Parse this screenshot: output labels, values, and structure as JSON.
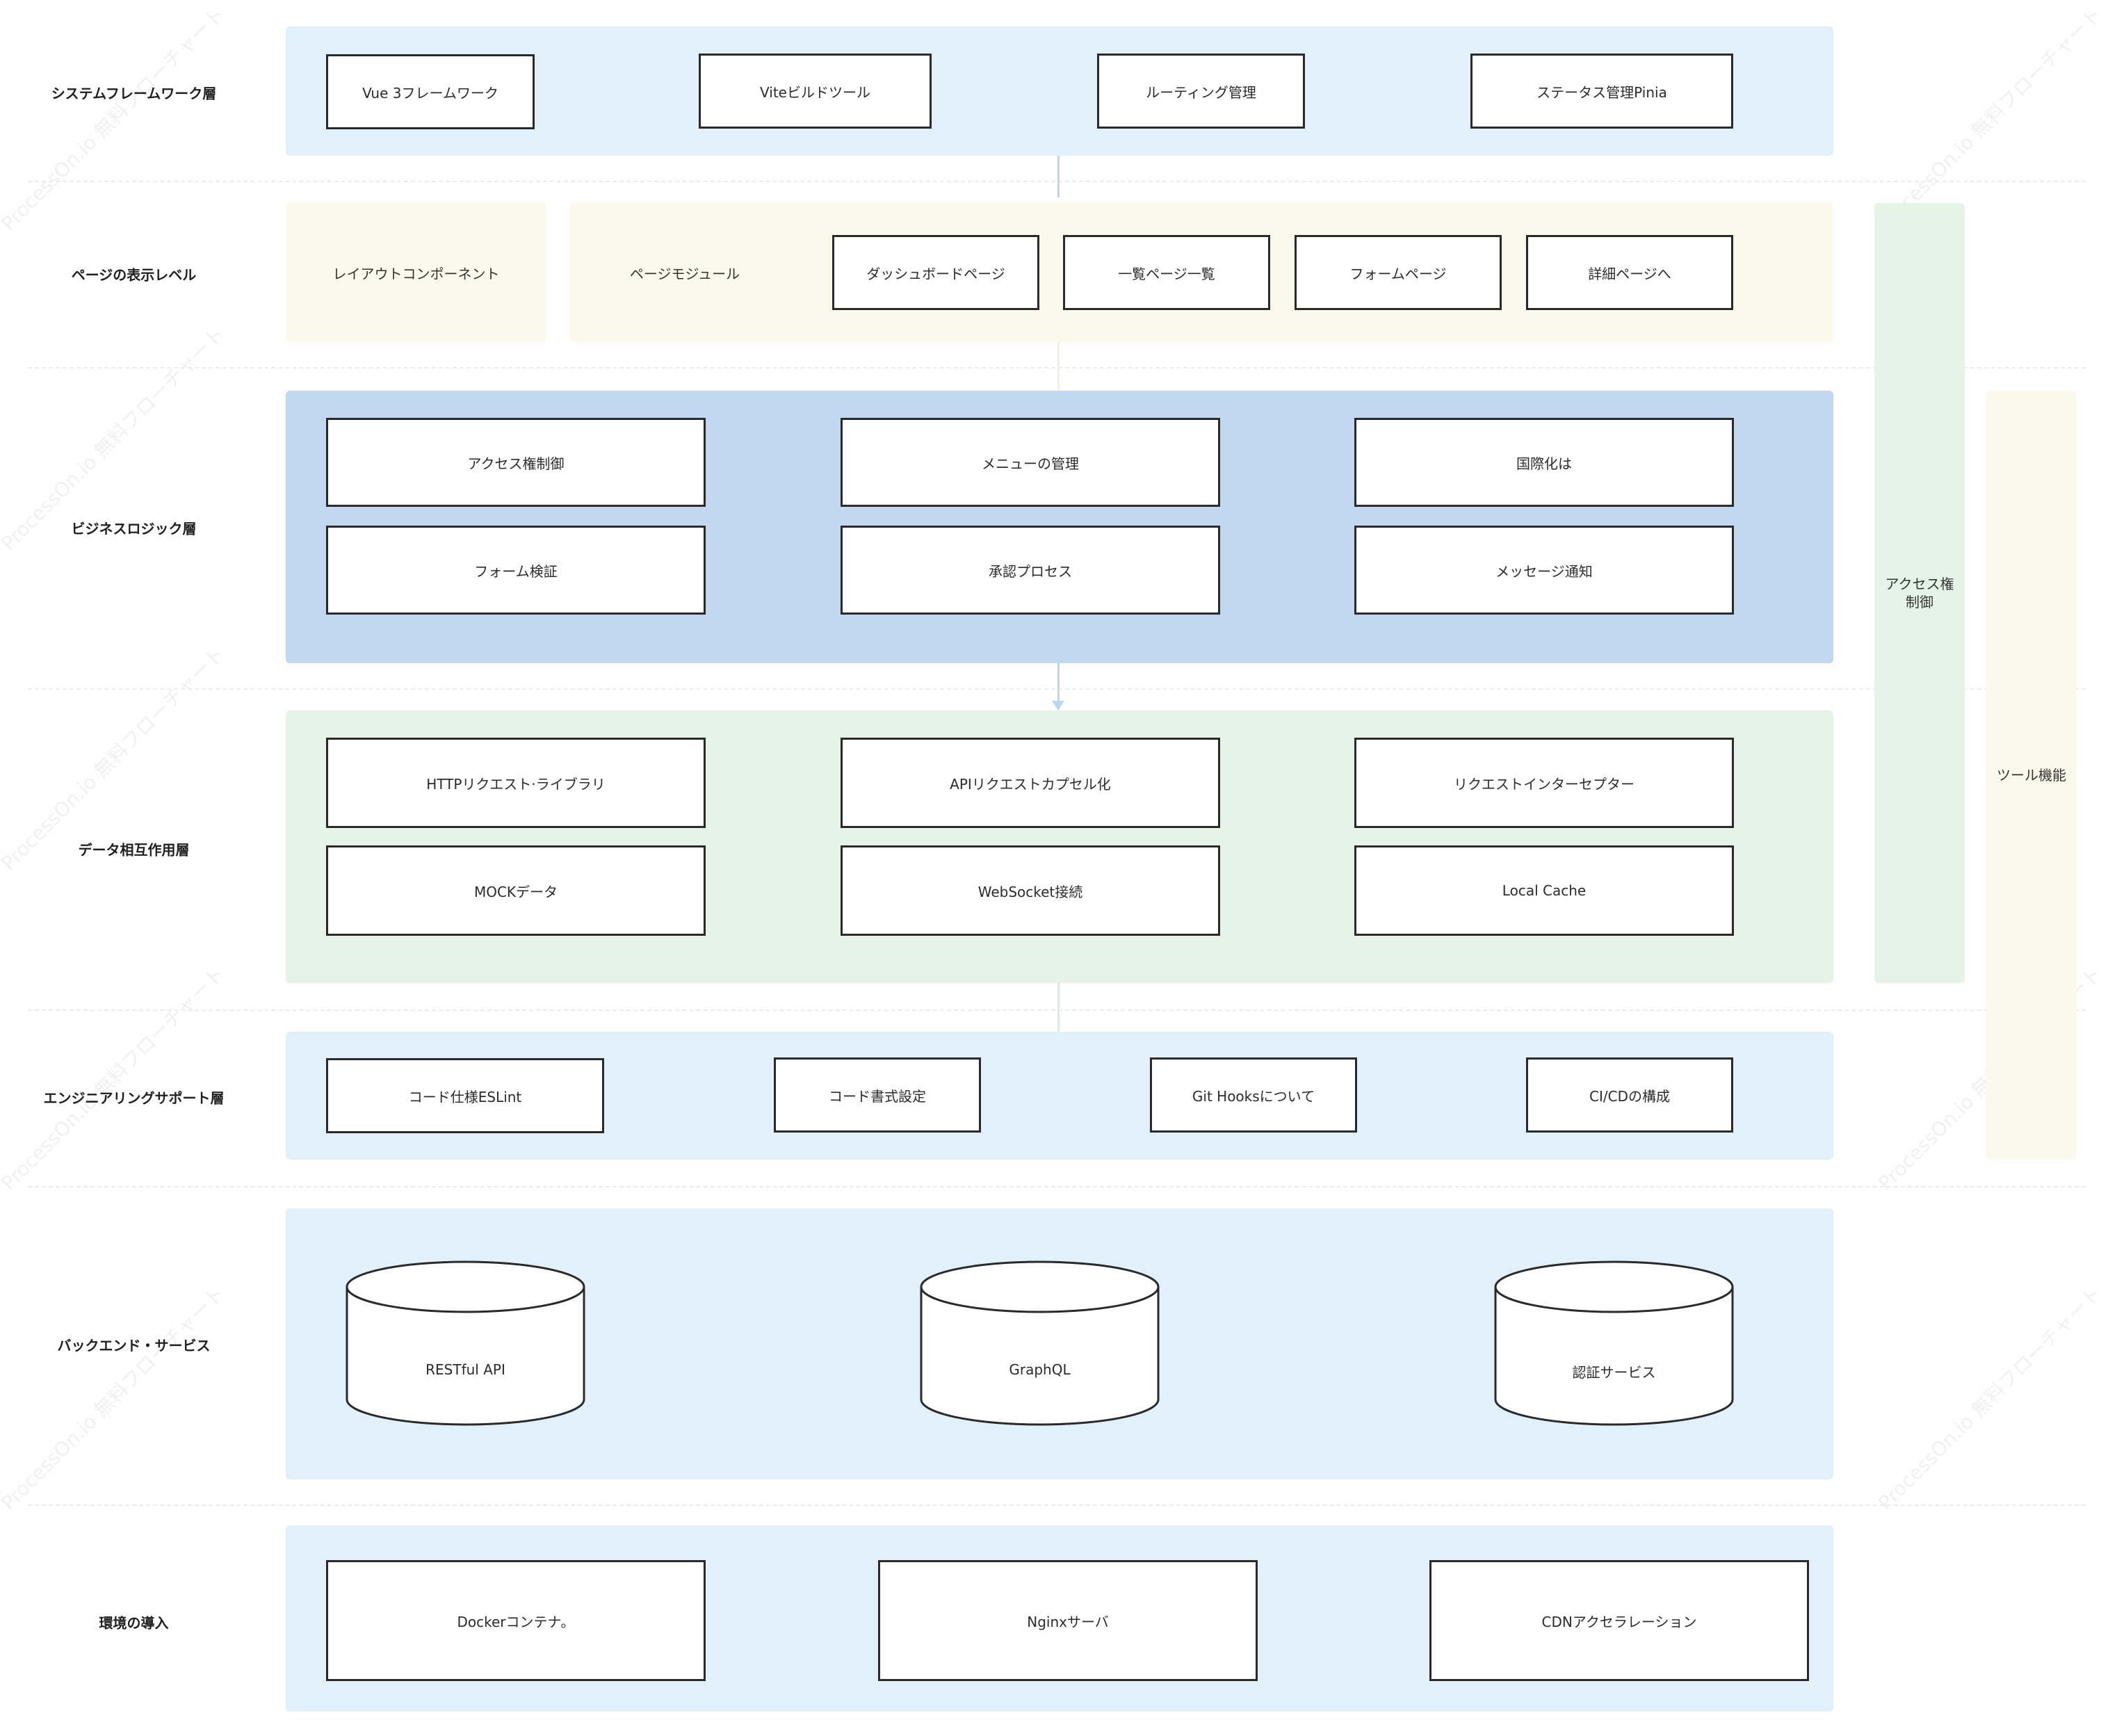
{
  "colors": {
    "light_blue": "#e2f0fc",
    "light_yellow": "#fbf9ec",
    "mid_blue": "#c2d8f0",
    "light_green": "#e6f4e8",
    "arrow": "#b9d7ef"
  },
  "layers": {
    "framework": "システムフレームワーク層",
    "page": "ページの表示レベル",
    "business": "ビジネスロジック層",
    "data": "データ相互作用層",
    "engineering": "エンジニアリングサポート層",
    "backend": "バックエンド・サービス",
    "deploy": "環境の導入"
  },
  "framework": {
    "vue": "Vue 3フレームワーク",
    "vite": "Viteビルドツール",
    "routing": "ルーティング管理",
    "state": "ステータス管理Pinia"
  },
  "page": {
    "layout": "レイアウトコンポーネント",
    "module": "ページモジュール",
    "dashboard": "ダッシュボードページ",
    "list": "一覧ページ一覧",
    "form": "フォームページ",
    "detail": "詳細ページへ"
  },
  "business": {
    "access": "アクセス権制御",
    "menu": "メニューの管理",
    "i18n": "国際化は",
    "form_validation": "フォーム検証",
    "approval": "承認プロセス",
    "message": "メッセージ通知"
  },
  "data": {
    "http": "HTTPリクエスト·ライブラリ",
    "api": "APIリクエストカプセル化",
    "interceptor": "リクエストインターセプター",
    "mock": "MOCKデータ",
    "websocket": "WebSocket接続",
    "cache": "Local Cache"
  },
  "engineering": {
    "eslint": "コード仕様ESLint",
    "format": "コード書式設定",
    "hooks": "Git Hooksについて",
    "cicd": "CI/CDの構成"
  },
  "backend": {
    "restful": "RESTful API",
    "graphql": "GraphQL",
    "auth": "認証サービス"
  },
  "deploy": {
    "docker": "Dockerコンテナ。",
    "nginx": "Nginxサーバ",
    "cdn": "CDNアクセラレーション"
  },
  "side": {
    "access_line1": "アクセス権",
    "access_line2": "制御",
    "tools": "ツール機能"
  },
  "watermark": "ProcessOn.io 無料フローチャート"
}
